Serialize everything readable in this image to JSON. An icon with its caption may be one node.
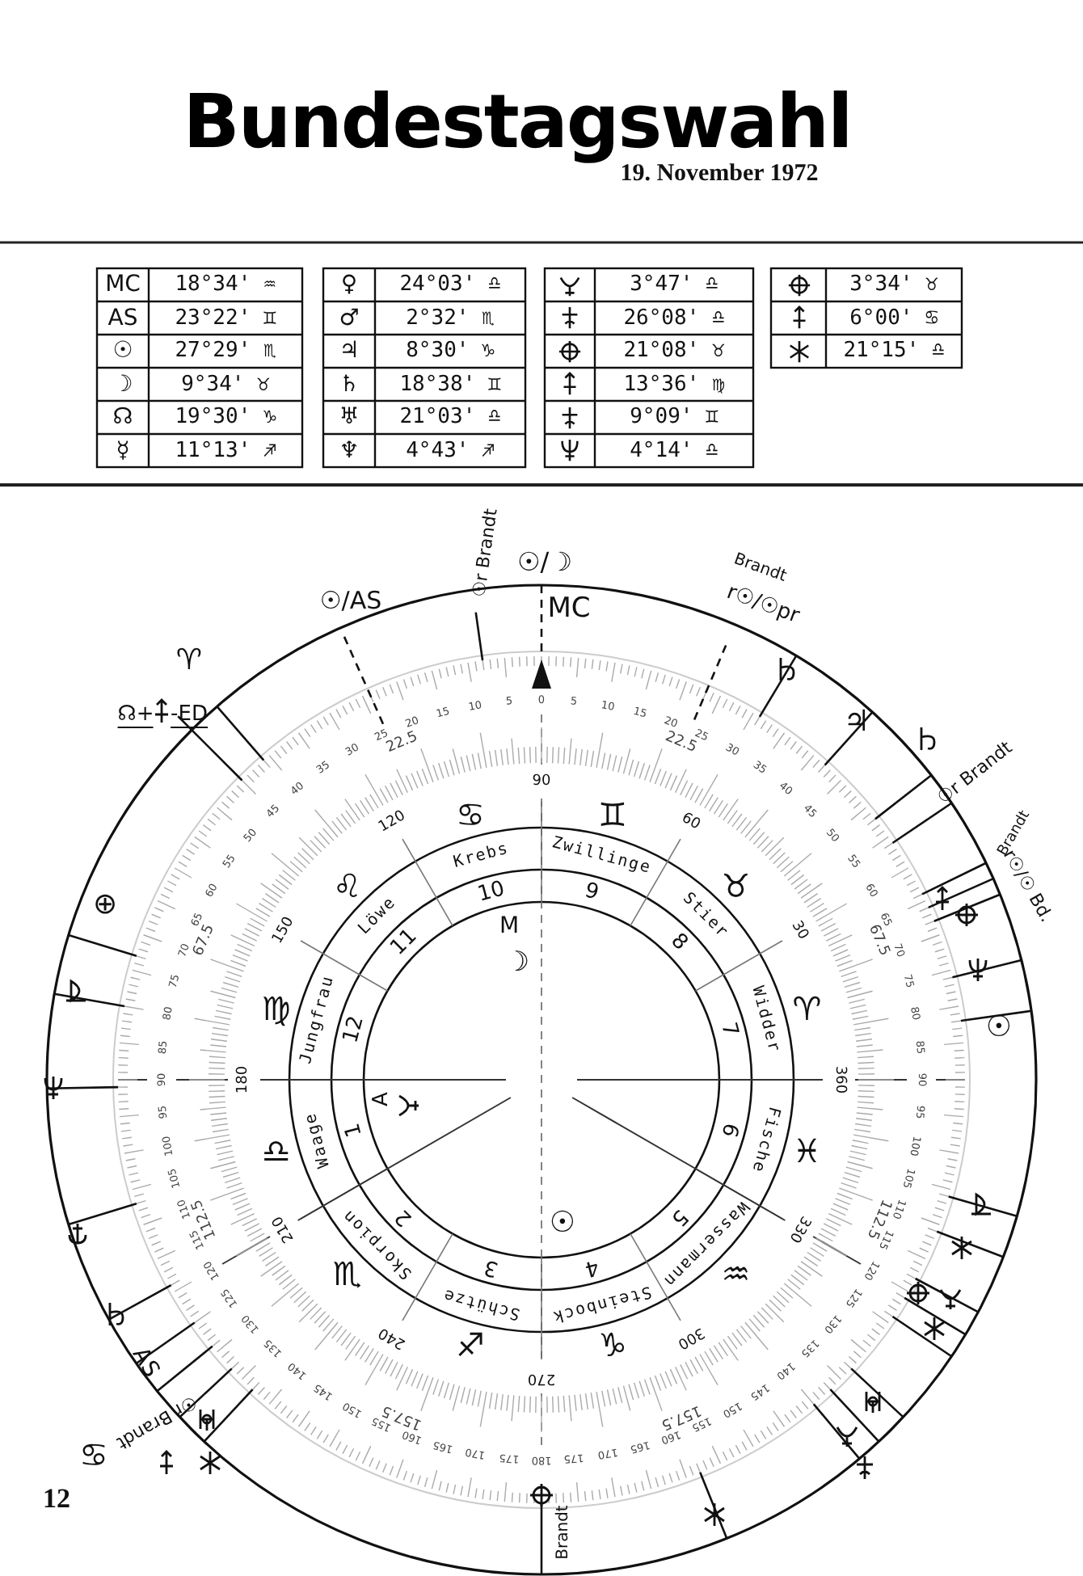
{
  "diagram": {
    "title": "Bundestagswahl",
    "labels": [
      "19. November 1972",
      "MC",
      "18°34' ♒",
      "AS",
      "23°22' ♊",
      "☉",
      "27°29' ♏",
      "☽",
      "9°34' ♉",
      "☊",
      "19°30' ♑",
      "☿",
      "11°13' ♐",
      "♀",
      "24°03' ♎",
      "♂",
      "2°32' ♏",
      "♃",
      "8°30' ♑",
      "♄",
      "18°38' ♊",
      "♅",
      "21°03' ♎",
      "♆",
      "4°43' ♐",
      "3°47' ♎",
      "26°08' ♎",
      "21°08' ♉",
      "13°36' ♍",
      "9°09' ♊",
      "4°14' ♎",
      "3°34' ♉",
      "6°00' ♋",
      "21°15' ♎",
      "Krebs",
      "Zwillinge",
      "Löwe",
      "Stier",
      "Jungfrau",
      "Widder",
      "Waage",
      "Fische",
      "Skorpion",
      "Wassermann",
      "Schütze",
      "Steinbock",
      "♋",
      "♊",
      "♌",
      "♉",
      "♍",
      "♈",
      "♎",
      "♓",
      "♏",
      "♒",
      "♐",
      "♑",
      "10",
      "9",
      "11",
      "8",
      "12",
      "7",
      "1",
      "6",
      "2",
      "5",
      "3",
      "4",
      "90",
      "120",
      "60",
      "150",
      "30",
      "180",
      "360",
      "210",
      "330",
      "240",
      "300",
      "270",
      "5",
      "0",
      "5",
      "10",
      "10",
      "15",
      "15",
      "20",
      "20",
      "22.5",
      "22.5",
      "25",
      "25",
      "30",
      "30",
      "35",
      "35",
      "40",
      "40",
      "45",
      "45",
      "50",
      "50",
      "55",
      "55",
      "60",
      "60",
      "65",
      "65",
      "67.5",
      "67.5",
      "70",
      "70",
      "75",
      "75",
      "80",
      "80",
      "85",
      "85",
      "90",
      "90",
      "95",
      "95",
      "100",
      "100",
      "105",
      "105",
      "110",
      "110",
      "112.5",
      "112.5",
      "115",
      "115",
      "120",
      "120",
      "125",
      "125",
      "130",
      "130",
      "135",
      "135",
      "140",
      "140",
      "145",
      "145",
      "150",
      "150",
      "155",
      "155",
      "157.5",
      "157.5",
      "160",
      "160",
      "165",
      "165",
      "170",
      "170",
      "175",
      "180",
      "175",
      "M",
      "☽",
      "A",
      "☉",
      "☉r Brandt",
      "☉/☽",
      "Brandt",
      "☉/AS",
      "MC",
      "r☉/☉pr",
      "♈",
      "☊+",
      "-ED",
      "♃",
      "☉r Brandt",
      "Brandt",
      "r☉/☉ Bd.",
      "☉",
      "⊕",
      "AS",
      "☉r Brandt",
      "♋",
      "Brandt",
      "12"
    ]
  }
}
